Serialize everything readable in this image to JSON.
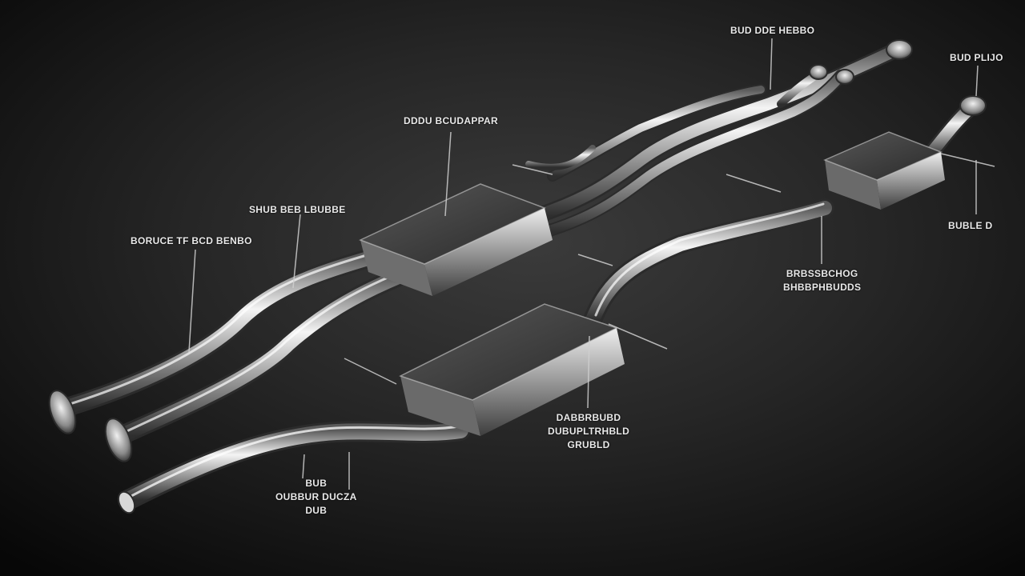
{
  "photo": {
    "subject": "exhaust-system",
    "colors": {
      "background": "#141414",
      "vignette": "#050505",
      "steel_light": "#f2f2f2",
      "steel_mid": "#9c9c9c",
      "steel_dark": "#3a3a3a",
      "callout_line": "#cfcfcf",
      "label_text": "#e9e9e9"
    }
  },
  "callouts": {
    "top_center": [
      "BUD DDE HEBBO"
    ],
    "top_right": [
      "BUD PLIJO"
    ],
    "upper_center": [
      "DDDU BCUDAPPAR"
    ],
    "mid_left": [
      "SHUB BEB LBUBBE"
    ],
    "far_left": [
      "BORUCE TF BCD BENBO"
    ],
    "right_edge": [
      "BUBLE D"
    ],
    "right_center": [
      "BRBSSBCHOG",
      "BHBBPHBUDDS"
    ],
    "lower_center": [
      "DABBRBUBD",
      "DUBUPLTRHBLD",
      "GRUBLD"
    ],
    "bottom_left": [
      "BUB",
      "OUBBUR DUCZA",
      "DUB"
    ]
  }
}
